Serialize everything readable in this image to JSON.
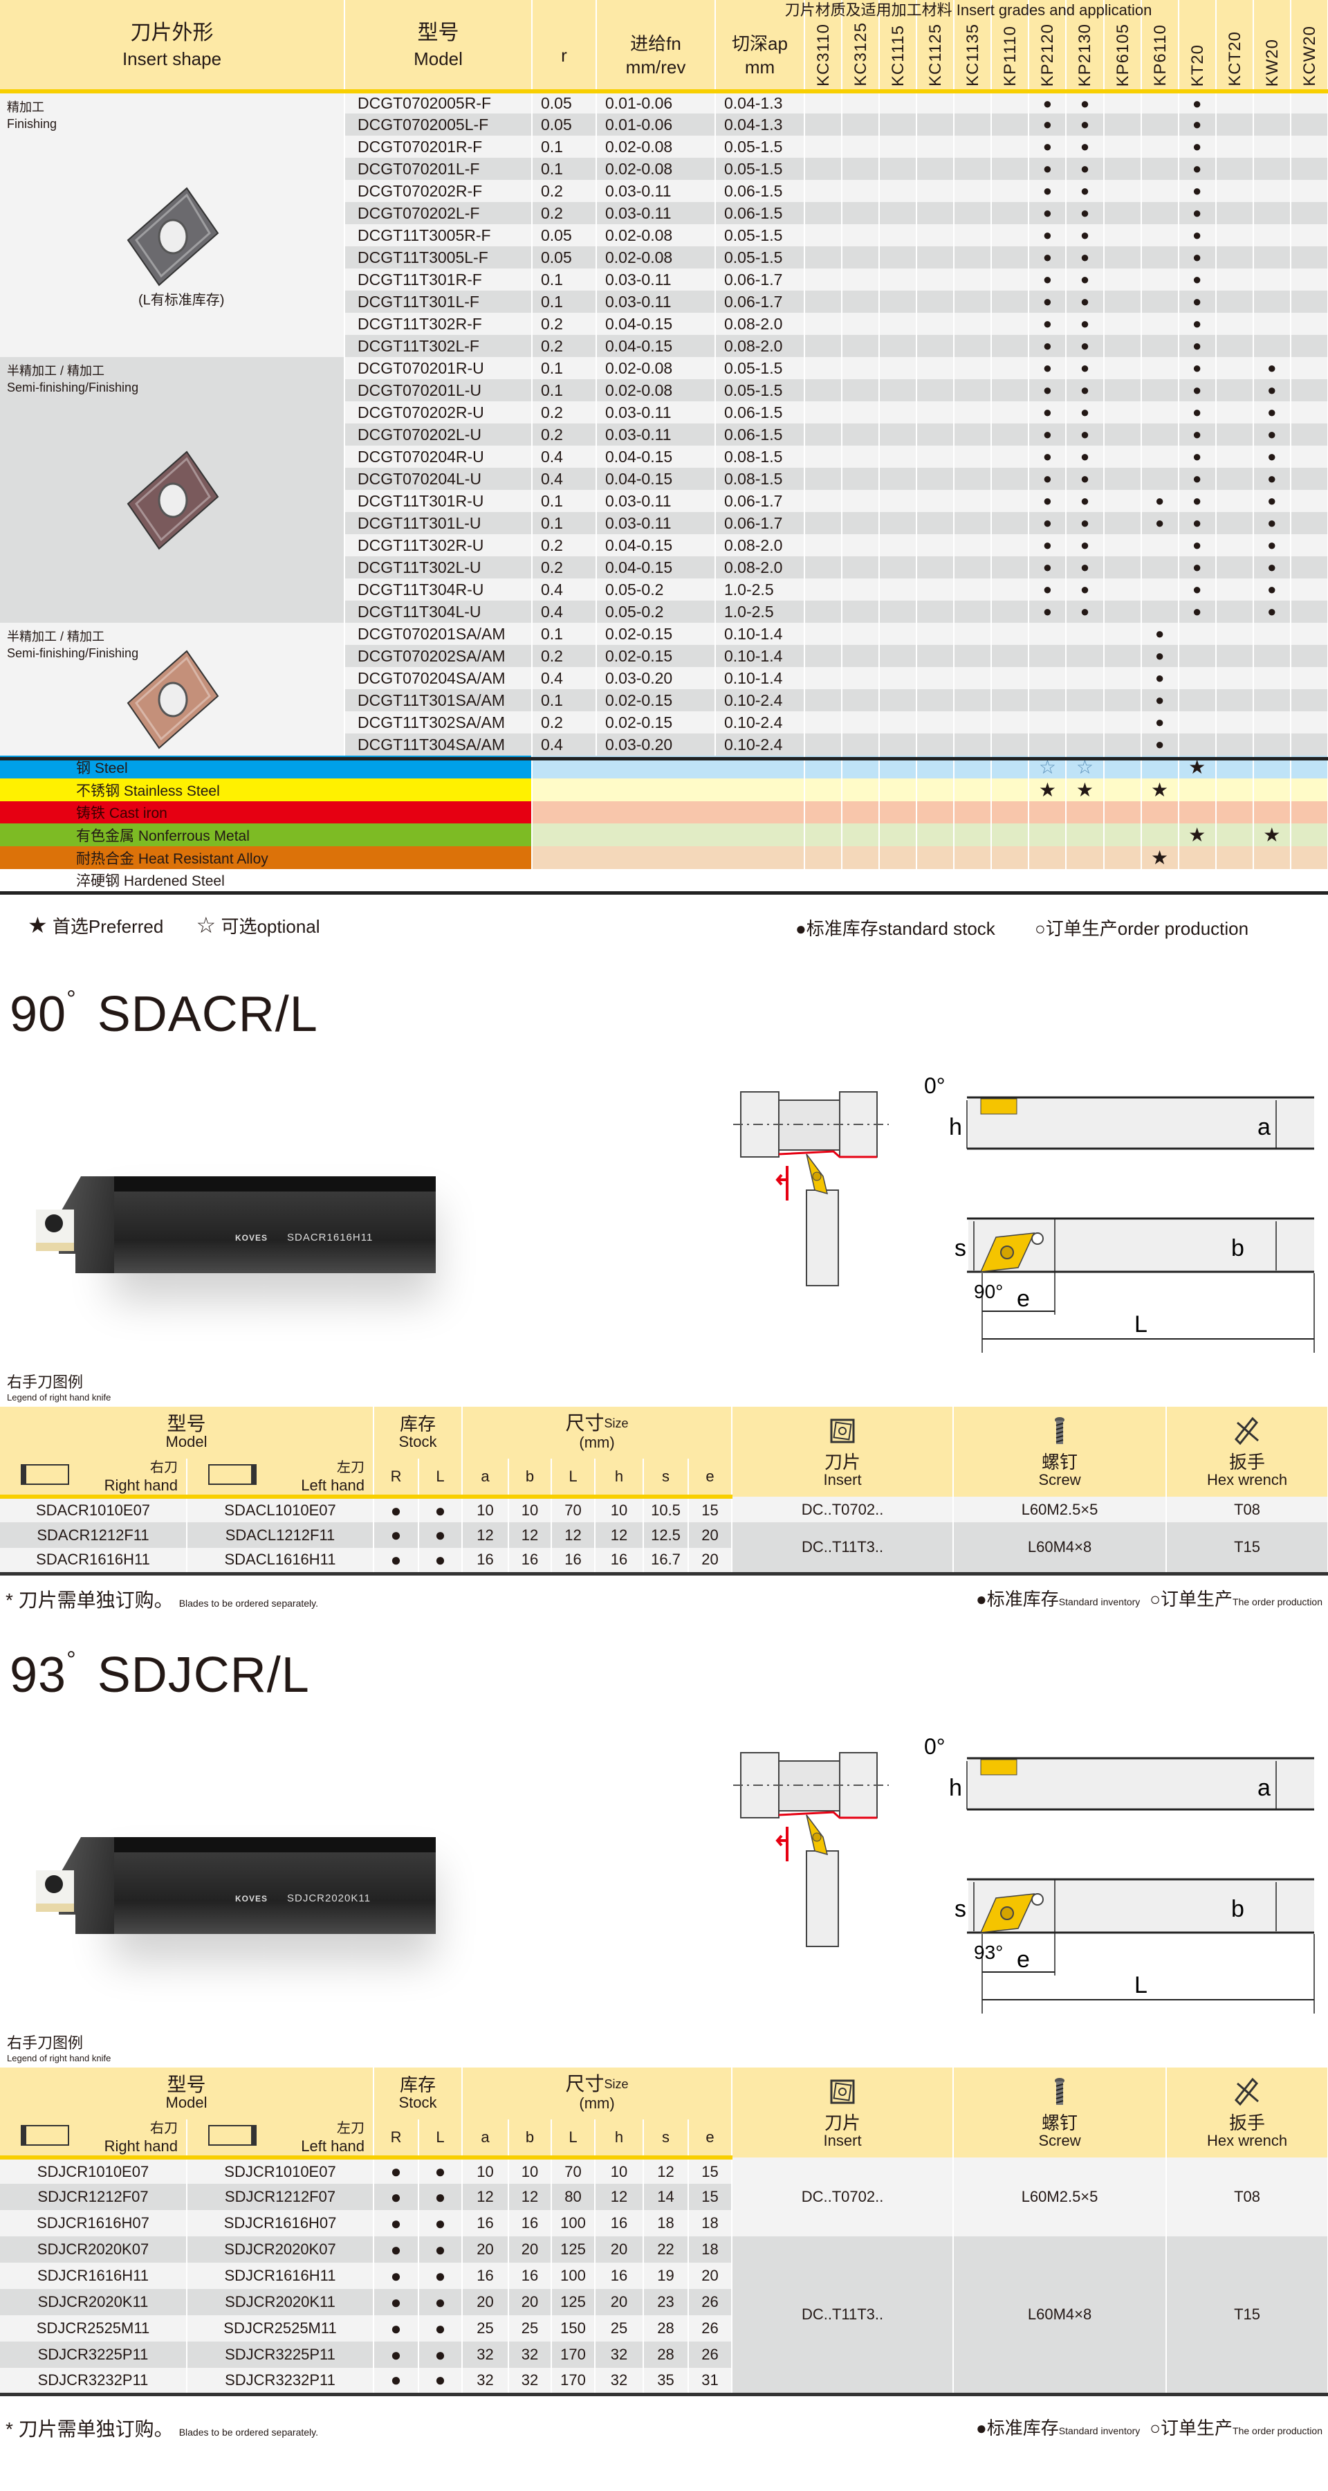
{
  "insert_table": {
    "header": {
      "shape_cn": "刀片外形",
      "shape_en": "Insert shape",
      "model_cn": "型号",
      "model_en": "Model",
      "r": "r",
      "fn_cn": "进给fn",
      "fn_unit": "mm/rev",
      "ap_cn": "切深ap",
      "ap_unit": "mm",
      "grades_title": "刀片材质及适用加工材料 Insert grades and application"
    },
    "grades": [
      "KC3110",
      "KC3125",
      "KC1115",
      "KC1125",
      "KC1135",
      "KP1110",
      "KP2120",
      "KP2130",
      "KP6105",
      "KP6110",
      "KT20",
      "KCT20",
      "KW20",
      "KCW20"
    ],
    "groups": [
      {
        "label_cn": "精加工",
        "label_en": "Finishing",
        "note": "(L有标准库存)",
        "insert_color": "#6b6a6e",
        "rows": [
          {
            "model": "DCGT0702005R-F",
            "r": "0.05",
            "fn": "0.01-0.06",
            "ap": "0.04-1.3",
            "marks": [
              "KP2120",
              "KP2130",
              "KT20"
            ]
          },
          {
            "model": "DCGT0702005L-F",
            "r": "0.05",
            "fn": "0.01-0.06",
            "ap": "0.04-1.3",
            "marks": [
              "KP2120",
              "KP2130",
              "KT20"
            ]
          },
          {
            "model": "DCGT070201R-F",
            "r": "0.1",
            "fn": "0.02-0.08",
            "ap": "0.05-1.5",
            "marks": [
              "KP2120",
              "KP2130",
              "KT20"
            ]
          },
          {
            "model": "DCGT070201L-F",
            "r": "0.1",
            "fn": "0.02-0.08",
            "ap": "0.05-1.5",
            "marks": [
              "KP2120",
              "KP2130",
              "KT20"
            ]
          },
          {
            "model": "DCGT070202R-F",
            "r": "0.2",
            "fn": "0.03-0.11",
            "ap": "0.06-1.5",
            "marks": [
              "KP2120",
              "KP2130",
              "KT20"
            ]
          },
          {
            "model": "DCGT070202L-F",
            "r": "0.2",
            "fn": "0.03-0.11",
            "ap": "0.06-1.5",
            "marks": [
              "KP2120",
              "KP2130",
              "KT20"
            ]
          },
          {
            "model": "DCGT11T3005R-F",
            "r": "0.05",
            "fn": "0.02-0.08",
            "ap": "0.05-1.5",
            "marks": [
              "KP2120",
              "KP2130",
              "KT20"
            ]
          },
          {
            "model": "DCGT11T3005L-F",
            "r": "0.05",
            "fn": "0.02-0.08",
            "ap": "0.05-1.5",
            "marks": [
              "KP2120",
              "KP2130",
              "KT20"
            ]
          },
          {
            "model": "DCGT11T301R-F",
            "r": "0.1",
            "fn": "0.03-0.11",
            "ap": "0.06-1.7",
            "marks": [
              "KP2120",
              "KP2130",
              "KT20"
            ]
          },
          {
            "model": "DCGT11T301L-F",
            "r": "0.1",
            "fn": "0.03-0.11",
            "ap": "0.06-1.7",
            "marks": [
              "KP2120",
              "KP2130",
              "KT20"
            ]
          },
          {
            "model": "DCGT11T302R-F",
            "r": "0.2",
            "fn": "0.04-0.15",
            "ap": "0.08-2.0",
            "marks": [
              "KP2120",
              "KP2130",
              "KT20"
            ]
          },
          {
            "model": "DCGT11T302L-F",
            "r": "0.2",
            "fn": "0.04-0.15",
            "ap": "0.08-2.0",
            "marks": [
              "KP2120",
              "KP2130",
              "KT20"
            ]
          }
        ]
      },
      {
        "label_cn": "半精加工 / 精加工",
        "label_en": "Semi-finishing/Finishing",
        "insert_color": "#7a5a5c",
        "rows": [
          {
            "model": "DCGT070201R-U",
            "r": "0.1",
            "fn": "0.02-0.08",
            "ap": "0.05-1.5",
            "marks": [
              "KP2120",
              "KP2130",
              "KT20",
              "KW20"
            ]
          },
          {
            "model": "DCGT070201L-U",
            "r": "0.1",
            "fn": "0.02-0.08",
            "ap": "0.05-1.5",
            "marks": [
              "KP2120",
              "KP2130",
              "KT20",
              "KW20"
            ]
          },
          {
            "model": "DCGT070202R-U",
            "r": "0.2",
            "fn": "0.03-0.11",
            "ap": "0.06-1.5",
            "marks": [
              "KP2120",
              "KP2130",
              "KT20",
              "KW20"
            ]
          },
          {
            "model": "DCGT070202L-U",
            "r": "0.2",
            "fn": "0.03-0.11",
            "ap": "0.06-1.5",
            "marks": [
              "KP2120",
              "KP2130",
              "KT20",
              "KW20"
            ]
          },
          {
            "model": "DCGT070204R-U",
            "r": "0.4",
            "fn": "0.04-0.15",
            "ap": "0.08-1.5",
            "marks": [
              "KP2120",
              "KP2130",
              "KT20",
              "KW20"
            ]
          },
          {
            "model": "DCGT070204L-U",
            "r": "0.4",
            "fn": "0.04-0.15",
            "ap": "0.08-1.5",
            "marks": [
              "KP2120",
              "KP2130",
              "KT20",
              "KW20"
            ]
          },
          {
            "model": "DCGT11T301R-U",
            "r": "0.1",
            "fn": "0.03-0.11",
            "ap": "0.06-1.7",
            "marks": [
              "KP2120",
              "KP2130",
              "KP6110",
              "KT20",
              "KW20"
            ]
          },
          {
            "model": "DCGT11T301L-U",
            "r": "0.1",
            "fn": "0.03-0.11",
            "ap": "0.06-1.7",
            "marks": [
              "KP2120",
              "KP2130",
              "KP6110",
              "KT20",
              "KW20"
            ]
          },
          {
            "model": "DCGT11T302R-U",
            "r": "0.2",
            "fn": "0.04-0.15",
            "ap": "0.08-2.0",
            "marks": [
              "KP2120",
              "KP2130",
              "KT20",
              "KW20"
            ]
          },
          {
            "model": "DCGT11T302L-U",
            "r": "0.2",
            "fn": "0.04-0.15",
            "ap": "0.08-2.0",
            "marks": [
              "KP2120",
              "KP2130",
              "KT20",
              "KW20"
            ]
          },
          {
            "model": "DCGT11T304R-U",
            "r": "0.4",
            "fn": "0.05-0.2",
            "ap": "1.0-2.5",
            "marks": [
              "KP2120",
              "KP2130",
              "KT20",
              "KW20"
            ]
          },
          {
            "model": "DCGT11T304L-U",
            "r": "0.4",
            "fn": "0.05-0.2",
            "ap": "1.0-2.5",
            "marks": [
              "KP2120",
              "KP2130",
              "KT20",
              "KW20"
            ]
          }
        ]
      },
      {
        "label_cn": "半精加工 / 精加工",
        "label_en": "Semi-finishing/Finishing",
        "insert_color": "#c4907a",
        "rows": [
          {
            "model": "DCGT070201SA/AM",
            "r": "0.1",
            "fn": "0.02-0.15",
            "ap": "0.10-1.4",
            "marks": [
              "KP6110"
            ]
          },
          {
            "model": "DCGT070202SA/AM",
            "r": "0.2",
            "fn": "0.02-0.15",
            "ap": "0.10-1.4",
            "marks": [
              "KP6110"
            ]
          },
          {
            "model": "DCGT070204SA/AM",
            "r": "0.4",
            "fn": "0.03-0.20",
            "ap": "0.10-1.4",
            "marks": [
              "KP6110"
            ]
          },
          {
            "model": "DCGT11T301SA/AM",
            "r": "0.1",
            "fn": "0.02-0.15",
            "ap": "0.10-2.4",
            "marks": [
              "KP6110"
            ]
          },
          {
            "model": "DCGT11T302SA/AM",
            "r": "0.2",
            "fn": "0.02-0.15",
            "ap": "0.10-2.4",
            "marks": [
              "KP6110"
            ]
          },
          {
            "model": "DCGT11T304SA/AM",
            "r": "0.4",
            "fn": "0.03-0.20",
            "ap": "0.10-2.4",
            "marks": [
              "KP6110"
            ]
          }
        ]
      }
    ],
    "mark_glyph": "●",
    "materials": [
      {
        "label": "钢 Steel",
        "color": "#00a0e9",
        "tint": "#bfe3f7",
        "preferred": [
          "KT20"
        ],
        "optional": [
          "KP2120",
          "KP2130"
        ]
      },
      {
        "label": "不锈钢 Stainless Steel",
        "color": "#fff100",
        "tint": "#fffbc8",
        "preferred": [
          "KP2120",
          "KP2130",
          "KP6110"
        ],
        "optional": []
      },
      {
        "label": "铸铁 Cast iron",
        "color": "#e60012",
        "tint": "#f8c6ab",
        "preferred": [],
        "optional": []
      },
      {
        "label": "有色金属 Nonferrous Metal",
        "color": "#7dbb24",
        "tint": "#e1ecc5",
        "preferred": [
          "KT20",
          "KW20"
        ],
        "optional": []
      },
      {
        "label": "耐热合金 Heat Resistant Alloy",
        "color": "#dc7209",
        "tint": "#f4d8ba",
        "preferred": [
          "KP6110"
        ],
        "optional": []
      },
      {
        "label": "淬硬钢 Hardened Steel",
        "color": "#ffffff",
        "tint": "#ffffff",
        "preferred": [],
        "optional": []
      }
    ],
    "legend": {
      "preferred_icon": "★",
      "preferred": "首选Preferred",
      "optional_icon": "☆",
      "optional": "可选optional",
      "stock_icon": "●",
      "stock": "标准库存standard stock",
      "order_icon": "○",
      "order": "订单生产order production"
    }
  },
  "sections": [
    {
      "title_angle": "90",
      "degree": "°",
      "title": "SDACR/L",
      "photo_brand": "KOVES",
      "photo_model": "SDACR1616H11",
      "diagram": {
        "angle_top": "0°",
        "h": "h",
        "a": "a",
        "s": "s",
        "b": "b",
        "angle_bottom": "90°",
        "e": "e",
        "L": "L"
      },
      "legend_cn": "右手刀图例",
      "legend_en": "Legend of right hand knife",
      "header": {
        "model_cn": "型号",
        "model_en": "Model",
        "right_cn": "右刀",
        "right_en": "Right hand",
        "left_cn": "左刀",
        "left_en": "Left hand",
        "stock_cn": "库存",
        "stock_en": "Stock",
        "R": "R",
        "L": "L",
        "size_cn": "尺寸",
        "size_en": "Size",
        "size_unit": "(mm)",
        "dims": [
          "a",
          "b",
          "L",
          "h",
          "s",
          "e"
        ],
        "insert_cn": "刀片",
        "insert_en": "Insert",
        "screw_cn": "螺钉",
        "screw_en": "Screw",
        "wrench_cn": "扳手",
        "wrench_en": "Hex wrench"
      },
      "rows": [
        {
          "right": "SDACR1010E07",
          "left": "SDACL1010E07",
          "stock_r": "●",
          "stock_l": "●",
          "dims": [
            "10",
            "10",
            "70",
            "10",
            "10.5",
            "15"
          ]
        },
        {
          "right": "SDACR1212F11",
          "left": "SDACL1212F11",
          "stock_r": "●",
          "stock_l": "●",
          "dims": [
            "12",
            "12",
            "12",
            "12",
            "12.5",
            "20"
          ]
        },
        {
          "right": "SDACR1616H11",
          "left": "SDACL1616H11",
          "stock_r": "●",
          "stock_l": "●",
          "dims": [
            "16",
            "16",
            "16",
            "16",
            "16.7",
            "20"
          ]
        }
      ],
      "parts": [
        {
          "rows": 1,
          "insert": "DC..T0702..",
          "screw": "L60M2.5×5",
          "wrench": "T08"
        },
        {
          "rows": 2,
          "insert": "DC..T11T3..",
          "screw": "L60M4×8",
          "wrench": "T15"
        }
      ],
      "footnote_cn": "* 刀片需单独订购。",
      "footnote_en": "Blades to be ordered separately.",
      "stock_legend": {
        "stock_icon": "●",
        "stock_cn": "标准库存",
        "stock_en": "Standard inventory",
        "order_icon": "○",
        "order_cn": "订单生产",
        "order_en": "The order production"
      }
    },
    {
      "title_angle": "93",
      "degree": "°",
      "title": "SDJCR/L",
      "photo_brand": "KOVES",
      "photo_model": "SDJCR2020K11",
      "diagram": {
        "angle_top": "0°",
        "h": "h",
        "a": "a",
        "s": "s",
        "b": "b",
        "angle_bottom": "93°",
        "e": "e",
        "L": "L"
      },
      "legend_cn": "右手刀图例",
      "legend_en": "Legend of right hand knife",
      "header": {
        "model_cn": "型号",
        "model_en": "Model",
        "right_cn": "右刀",
        "right_en": "Right hand",
        "left_cn": "左刀",
        "left_en": "Left hand",
        "stock_cn": "库存",
        "stock_en": "Stock",
        "R": "R",
        "L": "L",
        "size_cn": "尺寸",
        "size_en": "Size",
        "size_unit": "(mm)",
        "dims": [
          "a",
          "b",
          "L",
          "h",
          "s",
          "e"
        ],
        "insert_cn": "刀片",
        "insert_en": "Insert",
        "screw_cn": "螺钉",
        "screw_en": "Screw",
        "wrench_cn": "扳手",
        "wrench_en": "Hex wrench"
      },
      "rows": [
        {
          "right": "SDJCR1010E07",
          "left": "SDJCR1010E07",
          "stock_r": "●",
          "stock_l": "●",
          "dims": [
            "10",
            "10",
            "70",
            "10",
            "12",
            "15"
          ]
        },
        {
          "right": "SDJCR1212F07",
          "left": "SDJCR1212F07",
          "stock_r": "●",
          "stock_l": "●",
          "dims": [
            "12",
            "12",
            "80",
            "12",
            "14",
            "15"
          ]
        },
        {
          "right": "SDJCR1616H07",
          "left": "SDJCR1616H07",
          "stock_r": "●",
          "stock_l": "●",
          "dims": [
            "16",
            "16",
            "100",
            "16",
            "18",
            "18"
          ]
        },
        {
          "right": "SDJCR2020K07",
          "left": "SDJCR2020K07",
          "stock_r": "●",
          "stock_l": "●",
          "dims": [
            "20",
            "20",
            "125",
            "20",
            "22",
            "18"
          ]
        },
        {
          "right": "SDJCR1616H11",
          "left": "SDJCR1616H11",
          "stock_r": "●",
          "stock_l": "●",
          "dims": [
            "16",
            "16",
            "100",
            "16",
            "19",
            "20"
          ]
        },
        {
          "right": "SDJCR2020K11",
          "left": "SDJCR2020K11",
          "stock_r": "●",
          "stock_l": "●",
          "dims": [
            "20",
            "20",
            "125",
            "20",
            "23",
            "26"
          ]
        },
        {
          "right": "SDJCR2525M11",
          "left": "SDJCR2525M11",
          "stock_r": "●",
          "stock_l": "●",
          "dims": [
            "25",
            "25",
            "150",
            "25",
            "28",
            "26"
          ]
        },
        {
          "right": "SDJCR3225P11",
          "left": "SDJCR3225P11",
          "stock_r": "●",
          "stock_l": "●",
          "dims": [
            "32",
            "32",
            "170",
            "32",
            "28",
            "26"
          ]
        },
        {
          "right": "SDJCR3232P11",
          "left": "SDJCR3232P11",
          "stock_r": "●",
          "stock_l": "●",
          "dims": [
            "32",
            "32",
            "170",
            "32",
            "35",
            "31"
          ]
        }
      ],
      "parts": [
        {
          "rows": 3,
          "insert": "DC..T0702..",
          "screw": "L60M2.5×5",
          "wrench": "T08"
        },
        {
          "rows": 6,
          "insert": "DC..T11T3..",
          "screw": "L60M4×8",
          "wrench": "T15"
        }
      ],
      "footnote_cn": "* 刀片需单独订购。",
      "footnote_en": "Blades to be ordered separately.",
      "stock_legend": {
        "stock_icon": "●",
        "stock_cn": "标准库存",
        "stock_en": "Standard inventory",
        "order_icon": "○",
        "order_cn": "订单生产",
        "order_en": "The order production"
      }
    }
  ]
}
